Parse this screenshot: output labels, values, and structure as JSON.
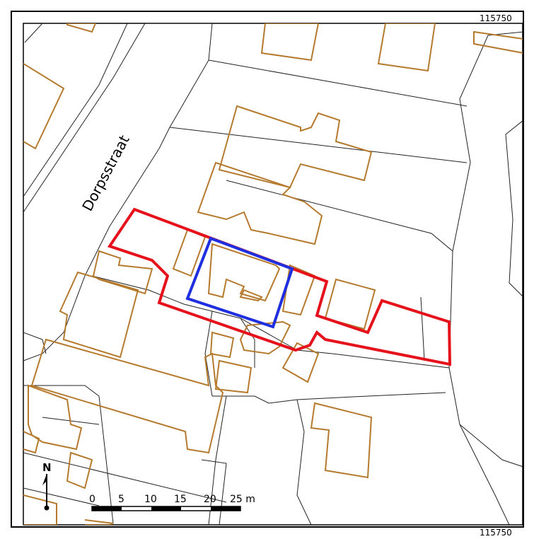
{
  "map": {
    "grid_label_top": "115750",
    "grid_label_bottom": "115750",
    "street_name": "Dorpsstraat",
    "north_label": "N",
    "scalebar": {
      "ticks": [
        "0",
        "5",
        "10",
        "15",
        "20",
        "25 m"
      ]
    },
    "colors": {
      "building": "#b57a2e",
      "plan_area": "#e5121b",
      "highlight": "#1f2fe0",
      "parcel_line": "#222222"
    }
  }
}
